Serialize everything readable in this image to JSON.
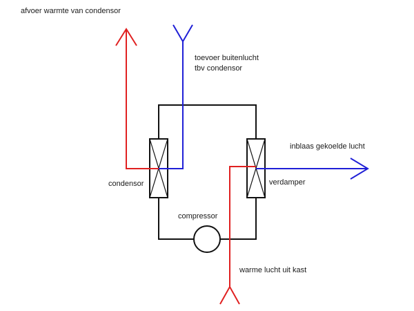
{
  "labels": {
    "heat_exhaust": "afvoer warmte van condensor",
    "outside_air_line1": "toevoer buitenlucht",
    "outside_air_line2": "tbv condensor",
    "cooled_air_in": "inblaas gekoelde lucht",
    "condenser": "condensor",
    "evaporator": "verdamper",
    "compressor": "compressor",
    "warm_air": "warme lucht uit kast"
  },
  "colors": {
    "hot_air": "#e02020",
    "cool_air": "#1f1fd6",
    "refrigerant_loop": "#111111",
    "text": "#1a1a1a"
  }
}
